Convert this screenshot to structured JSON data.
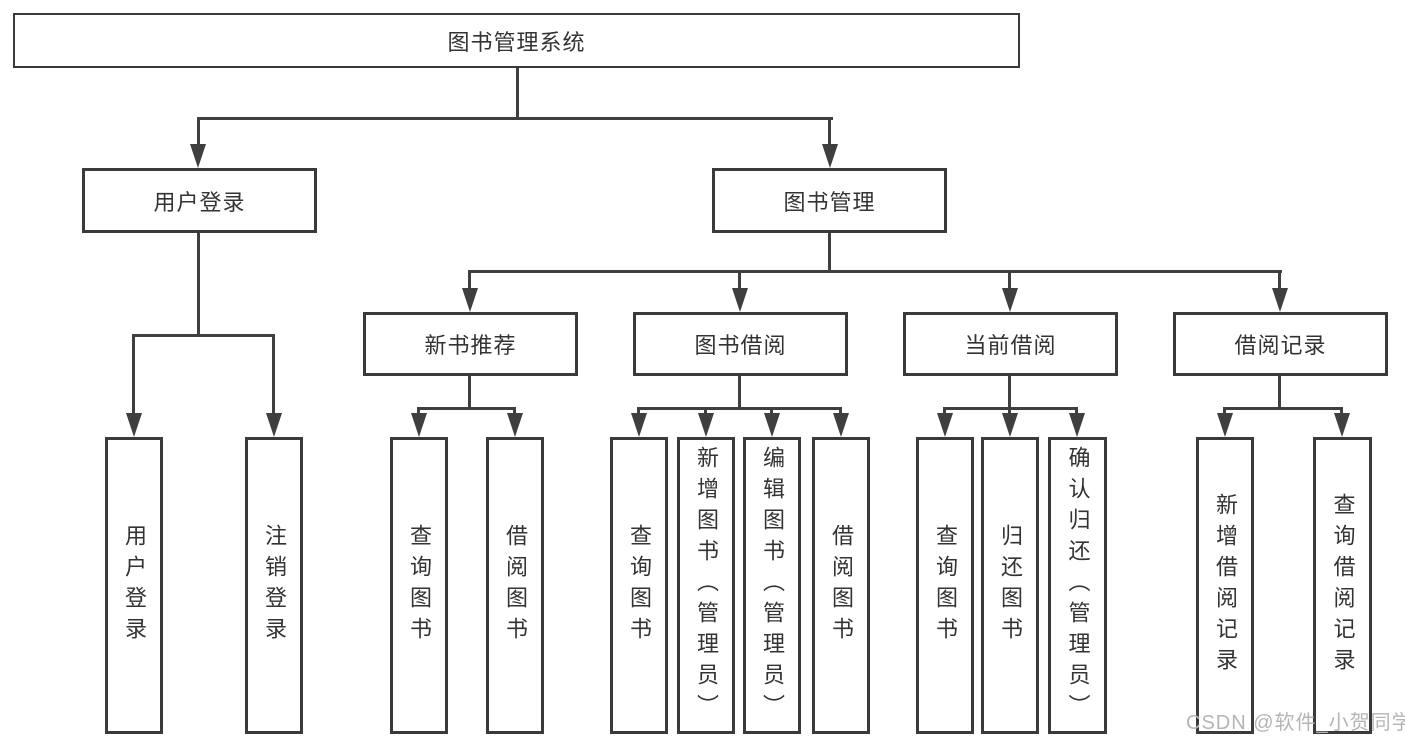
{
  "diagram": {
    "title": "图书管理系统",
    "groups": [
      {
        "label": "用户登录",
        "leaves": [
          "用户登录",
          "注销登录"
        ]
      },
      {
        "label": "图书管理",
        "sections": [
          {
            "label": "新书推荐",
            "leaves": [
              "查询图书",
              "借阅图书"
            ]
          },
          {
            "label": "图书借阅",
            "leaves": [
              "查询图书",
              "新增图书（管理员）",
              "编辑图书（管理员）",
              "借阅图书"
            ]
          },
          {
            "label": "当前借阅",
            "leaves": [
              "查询图书",
              "归还图书",
              "确认归还（管理员）"
            ]
          },
          {
            "label": "借阅记录",
            "leaves": [
              "新增借阅记录",
              "查询借阅记录"
            ]
          }
        ]
      }
    ]
  },
  "watermark": {
    "text": "CSDN @软件_小贺同学"
  },
  "colors": {
    "background": "#ffffff",
    "line": "#3f3f3f",
    "box_border": "#3a3a3a",
    "text": "#333333",
    "watermark": "#b5b5b5"
  }
}
